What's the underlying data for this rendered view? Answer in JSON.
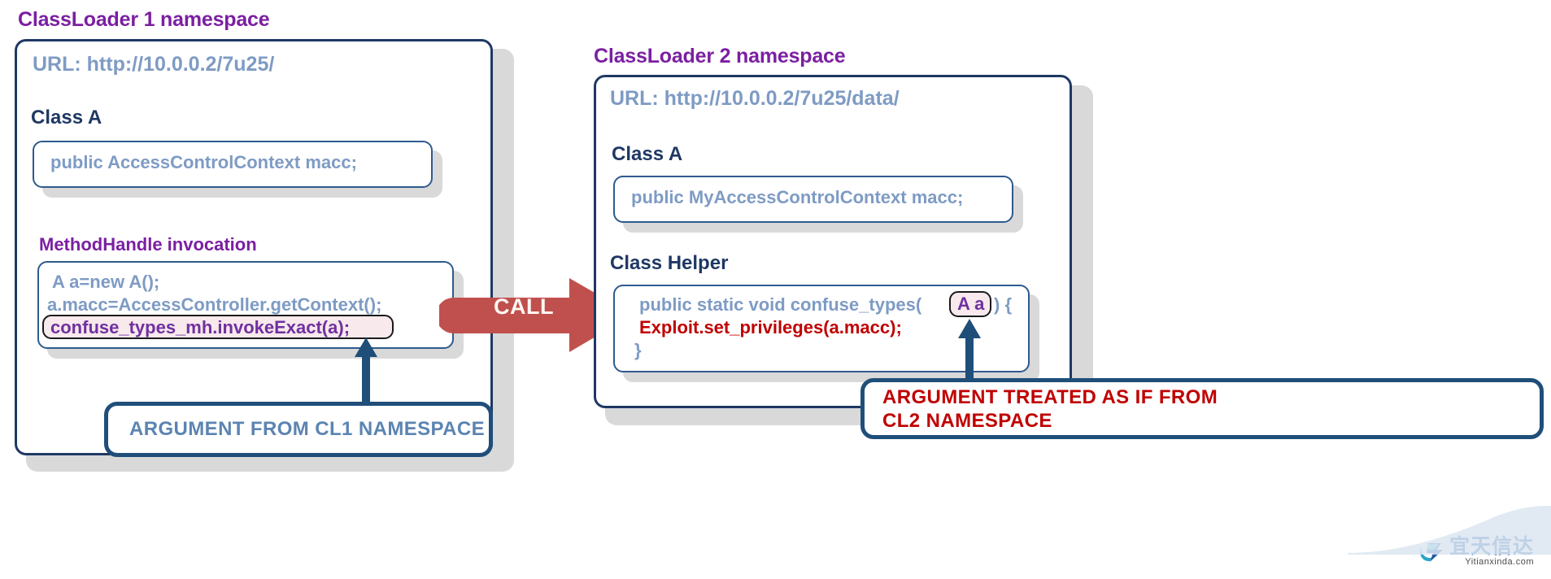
{
  "diagram": {
    "title_note": "Java ClassLoader type-confusion exploit diagram",
    "colors": {
      "purple": "#7B1FA2",
      "dark_blue": "#1F3864",
      "light_blue_code": "#7E9BC4",
      "red": "#C00000",
      "arrow_red": "#C0504D",
      "callout_border": "#1F4E79",
      "shadow_gray": "#D9D9D9",
      "highlight_fill": "#F7E9EC",
      "highlight_text": "#7030A0"
    }
  },
  "left_namespace": {
    "heading": "ClassLoader 1 namespace",
    "url": "URL: http://10.0.0.2/7u25/",
    "class_a": {
      "label": "Class A",
      "member": "public AccessControlContext macc;"
    },
    "methodhandle": {
      "label": "MethodHandle invocation",
      "line1": "A a=new A();",
      "line2": "a.macc=AccessController.getContext();",
      "line3_highlighted": "confuse_types_mh.invokeExact(a);"
    }
  },
  "right_namespace": {
    "heading": "ClassLoader 2 namespace",
    "url": "URL: http://10.0.0.2/7u25/data/",
    "class_a": {
      "label": "Class A",
      "member": "public MyAccessControlContext macc;"
    },
    "class_helper": {
      "label": "Class Helper",
      "sig_before": "public static void confuse_types(",
      "sig_param_highlighted": "A a",
      "sig_after": ") {",
      "line2": "Exploit.set_privileges(a.macc);",
      "line3": "}"
    }
  },
  "call_arrow": {
    "label": "CALL"
  },
  "callouts": {
    "left": {
      "text": "ARGUMENT FROM CL1 NAMESPACE"
    },
    "right": {
      "line1": "ARGUMENT TREATED AS IF FROM",
      "line2": "CL2 NAMESPACE"
    }
  },
  "watermark": {
    "chinese": "宜天信达",
    "latin": "Yitianxinda.com"
  }
}
